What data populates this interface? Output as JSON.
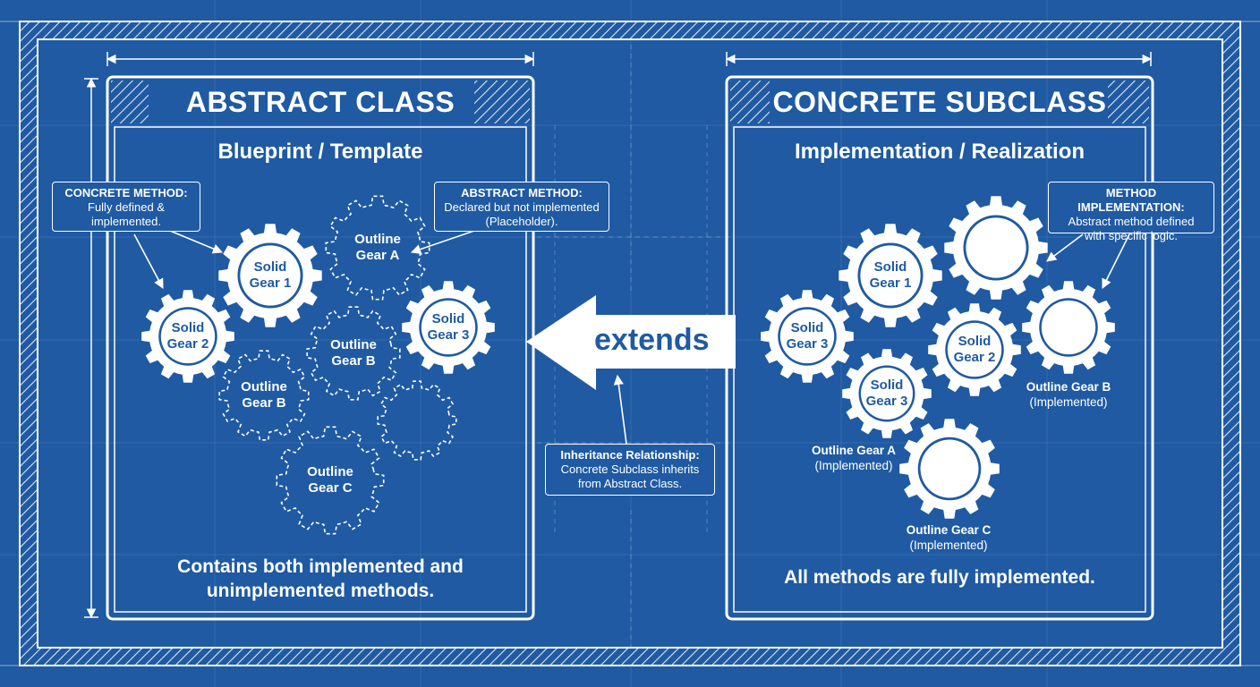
{
  "left_panel": {
    "title": "ABSTRACT CLASS",
    "subtitle": "Blueprint / Template",
    "footer_line1": "Contains both implemented and",
    "footer_line2": "unimplemented methods.",
    "note_concrete": {
      "heading": "CONCRETE METHOD:",
      "line1": "Fully defined &",
      "line2": "implemented."
    },
    "note_abstract": {
      "heading": "ABSTRACT METHOD:",
      "line1": "Declared but not implemented",
      "line2": "(Placeholder)."
    },
    "gears": {
      "solid1": [
        "Solid",
        "Gear 1"
      ],
      "solid2": [
        "Solid",
        "Gear 2"
      ],
      "solid3": [
        "Solid",
        "Gear 3"
      ],
      "outlineA": [
        "Outline",
        "Gear A"
      ],
      "outlineB": [
        "Outline",
        "Gear B"
      ],
      "outlineB2": [
        "Outline",
        "Gear B"
      ],
      "outlineC": [
        "Outline",
        "Gear C"
      ]
    }
  },
  "right_panel": {
    "title": "CONCRETE SUBCLASS",
    "subtitle": "Implementation / Realization",
    "footer": "All methods are fully implemented.",
    "note_impl": {
      "heading": "METHOD IMPLEMENTATION:",
      "line1": "Abstract method defined",
      "line2": "with specific logic."
    },
    "gears": {
      "solid1": [
        "Solid",
        "Gear 1"
      ],
      "solid2": [
        "Solid",
        "Gear 2"
      ],
      "solid3a": [
        "Solid",
        "Gear 3"
      ],
      "solid3b": [
        "Solid",
        "Gear 3"
      ],
      "outlineA": [
        "Outline",
        "Gear A"
      ],
      "outlineB": [
        "Outline",
        "Gear B"
      ],
      "outlineC": [
        "Outline",
        "Gear C"
      ]
    },
    "captions": {
      "outlineB": [
        "Outline Gear B",
        "(Implemented)"
      ],
      "outlineA": [
        "Outline Gear A",
        "(Implemented)"
      ],
      "outlineC": [
        "Outline Gear C",
        "(Implemented)"
      ]
    }
  },
  "middle": {
    "arrow_label": "extends",
    "note_inherit": {
      "heading": "Inheritance Relationship:",
      "line1": "Concrete Subclass inherits",
      "line2": "from Abstract Class."
    }
  },
  "colors": {
    "background": "#1f5aa3",
    "line": "#ffffff",
    "gear_fill": "#ffffff"
  }
}
